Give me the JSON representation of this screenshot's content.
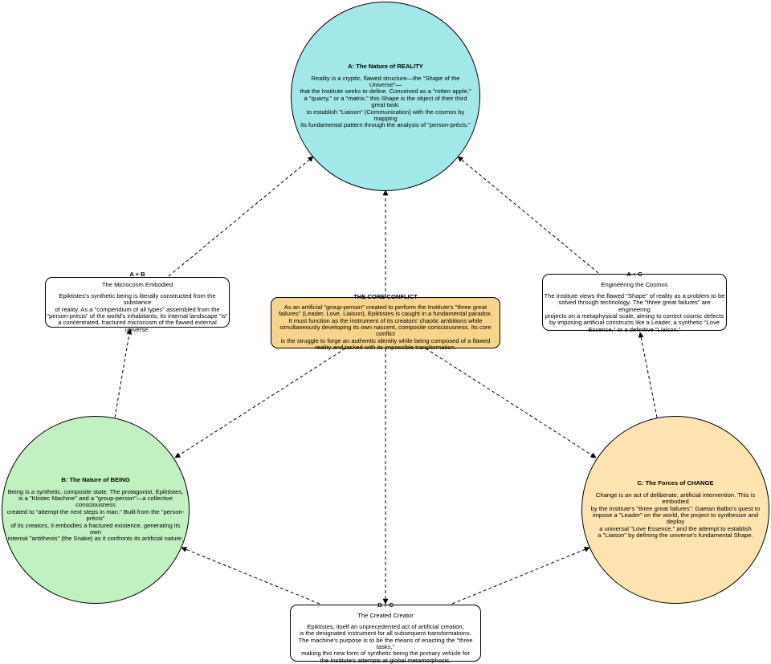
{
  "nodes": {
    "reality": {
      "title": "A: The Nature of REALITY",
      "text": "Reality is a cryptic, flawed structure—the \"Shape of the Universe\"—\nthat the Institute seeks to define. Conceived as a \"rotten apple,\"\na \"quarry,\" or a \"matrix,\" this Shape is the object of their third great task:\nto establish \"Liaison\" (Communication) with the cosmos by mapping\nits fundamental pattern through the analysis of \"person-précis.\"",
      "fill": "#a2e8e8"
    },
    "being": {
      "title": "B: The Nature of BEING",
      "text": "Being is a synthetic, composite state. The protagonist, Epiktistes,\nis a \"Ktistec Machine\" and a \"group-person\"—a collective consciousness\ncreated to \"attempt the next steps in man.\" Built from the \"person-précis\"\nof its creators, it embodies a fractured existence, generating its own\ninternal \"antithesis\" (the Snake) as it confronts its artificial nature.",
      "fill": "#c1f0c1"
    },
    "change": {
      "title": "C: The Forces of CHANGE",
      "text": "Change is an act of deliberate, artificial intervention. This is embodied\nby the Institute's \"three great failures\": Gaetan Balbo's quest to\nimpose a \"Leader\" on the world, the project to synthesize and deploy\na universal \"Love Essence,\" and the attempt to establish\na \"Liaison\" by defining the universe's fundamental Shape.",
      "fill": "#fde3b0"
    },
    "ab": {
      "title": "A + B",
      "subtitle": "The Microcosm Embodied",
      "text": "Epiktistes's synthetic being is literally constructed from the substance\nof reality. As a \"compendium of all types\" assembled from the\n\"person-précis\" of the world's inhabitants, its internal landscape \"is\"\na concentrated, fractured microcosm of the flawed external universe.",
      "fill": "#ffffff"
    },
    "ac": {
      "title": "A + C",
      "subtitle": "Engineering the Cosmos",
      "text": "The Institute views the flawed \"Shape\" of reality as a problem to be\nsolved through technology. The \"three great failures\" are engineering\nprojects on a metaphysical scale, aiming to correct cosmic defects\nby imposing artificial constructs like a Leader, a synthetic \"Love\nEssence,\" or a definitive \"Liaison.\"",
      "fill": "#ffffff"
    },
    "bc": {
      "title": "B + C",
      "subtitle": "The Created Creator",
      "text": "Epiktistes, itself an unprecedented act of artificial creation,\nis the designated instrument for all subsequent transformations.\nThe machine's purpose is to be the means of enacting the \"three tasks,\"\nmaking this new form of synthetic being the primary vehicle for\nthe Institute's attempts at global metamorphosis.",
      "fill": "#ffffff"
    },
    "core": {
      "title": "THE CORE CONFLICT",
      "text": "As an artificial \"group-person\" created to perform the Institute's \"three great\nfailures\" (Leader, Love, Liaison), Epiktistes is caught in a fundamental paradox.\nIt must function as the instrument of its creators' chaotic ambitions while\nsimultaneously developing its own nascent, composite consciousness. Its core conflict\nis the struggle to forge an authentic identity while being composed of a flawed\nreality and tasked with its impossible transformation.",
      "fill": "#f8d38a"
    }
  },
  "edge_style": {
    "stroke": "#000000",
    "dash": "dashed"
  }
}
